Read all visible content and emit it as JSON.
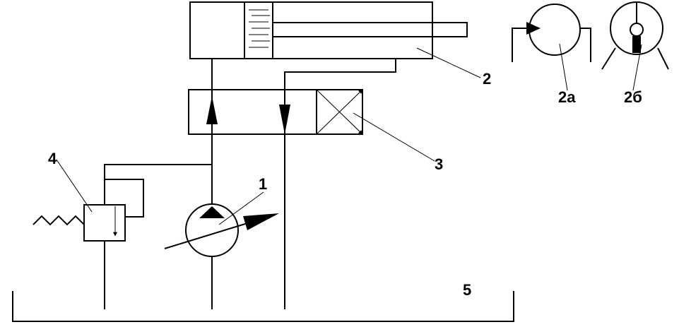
{
  "labels": {
    "pump": "1",
    "cylinder": "2",
    "motor_a": "2а",
    "motor_b": "2б",
    "valve": "3",
    "relief_valve": "4",
    "tank": "5"
  },
  "colors": {
    "stroke": "#000000",
    "background": "#ffffff"
  }
}
